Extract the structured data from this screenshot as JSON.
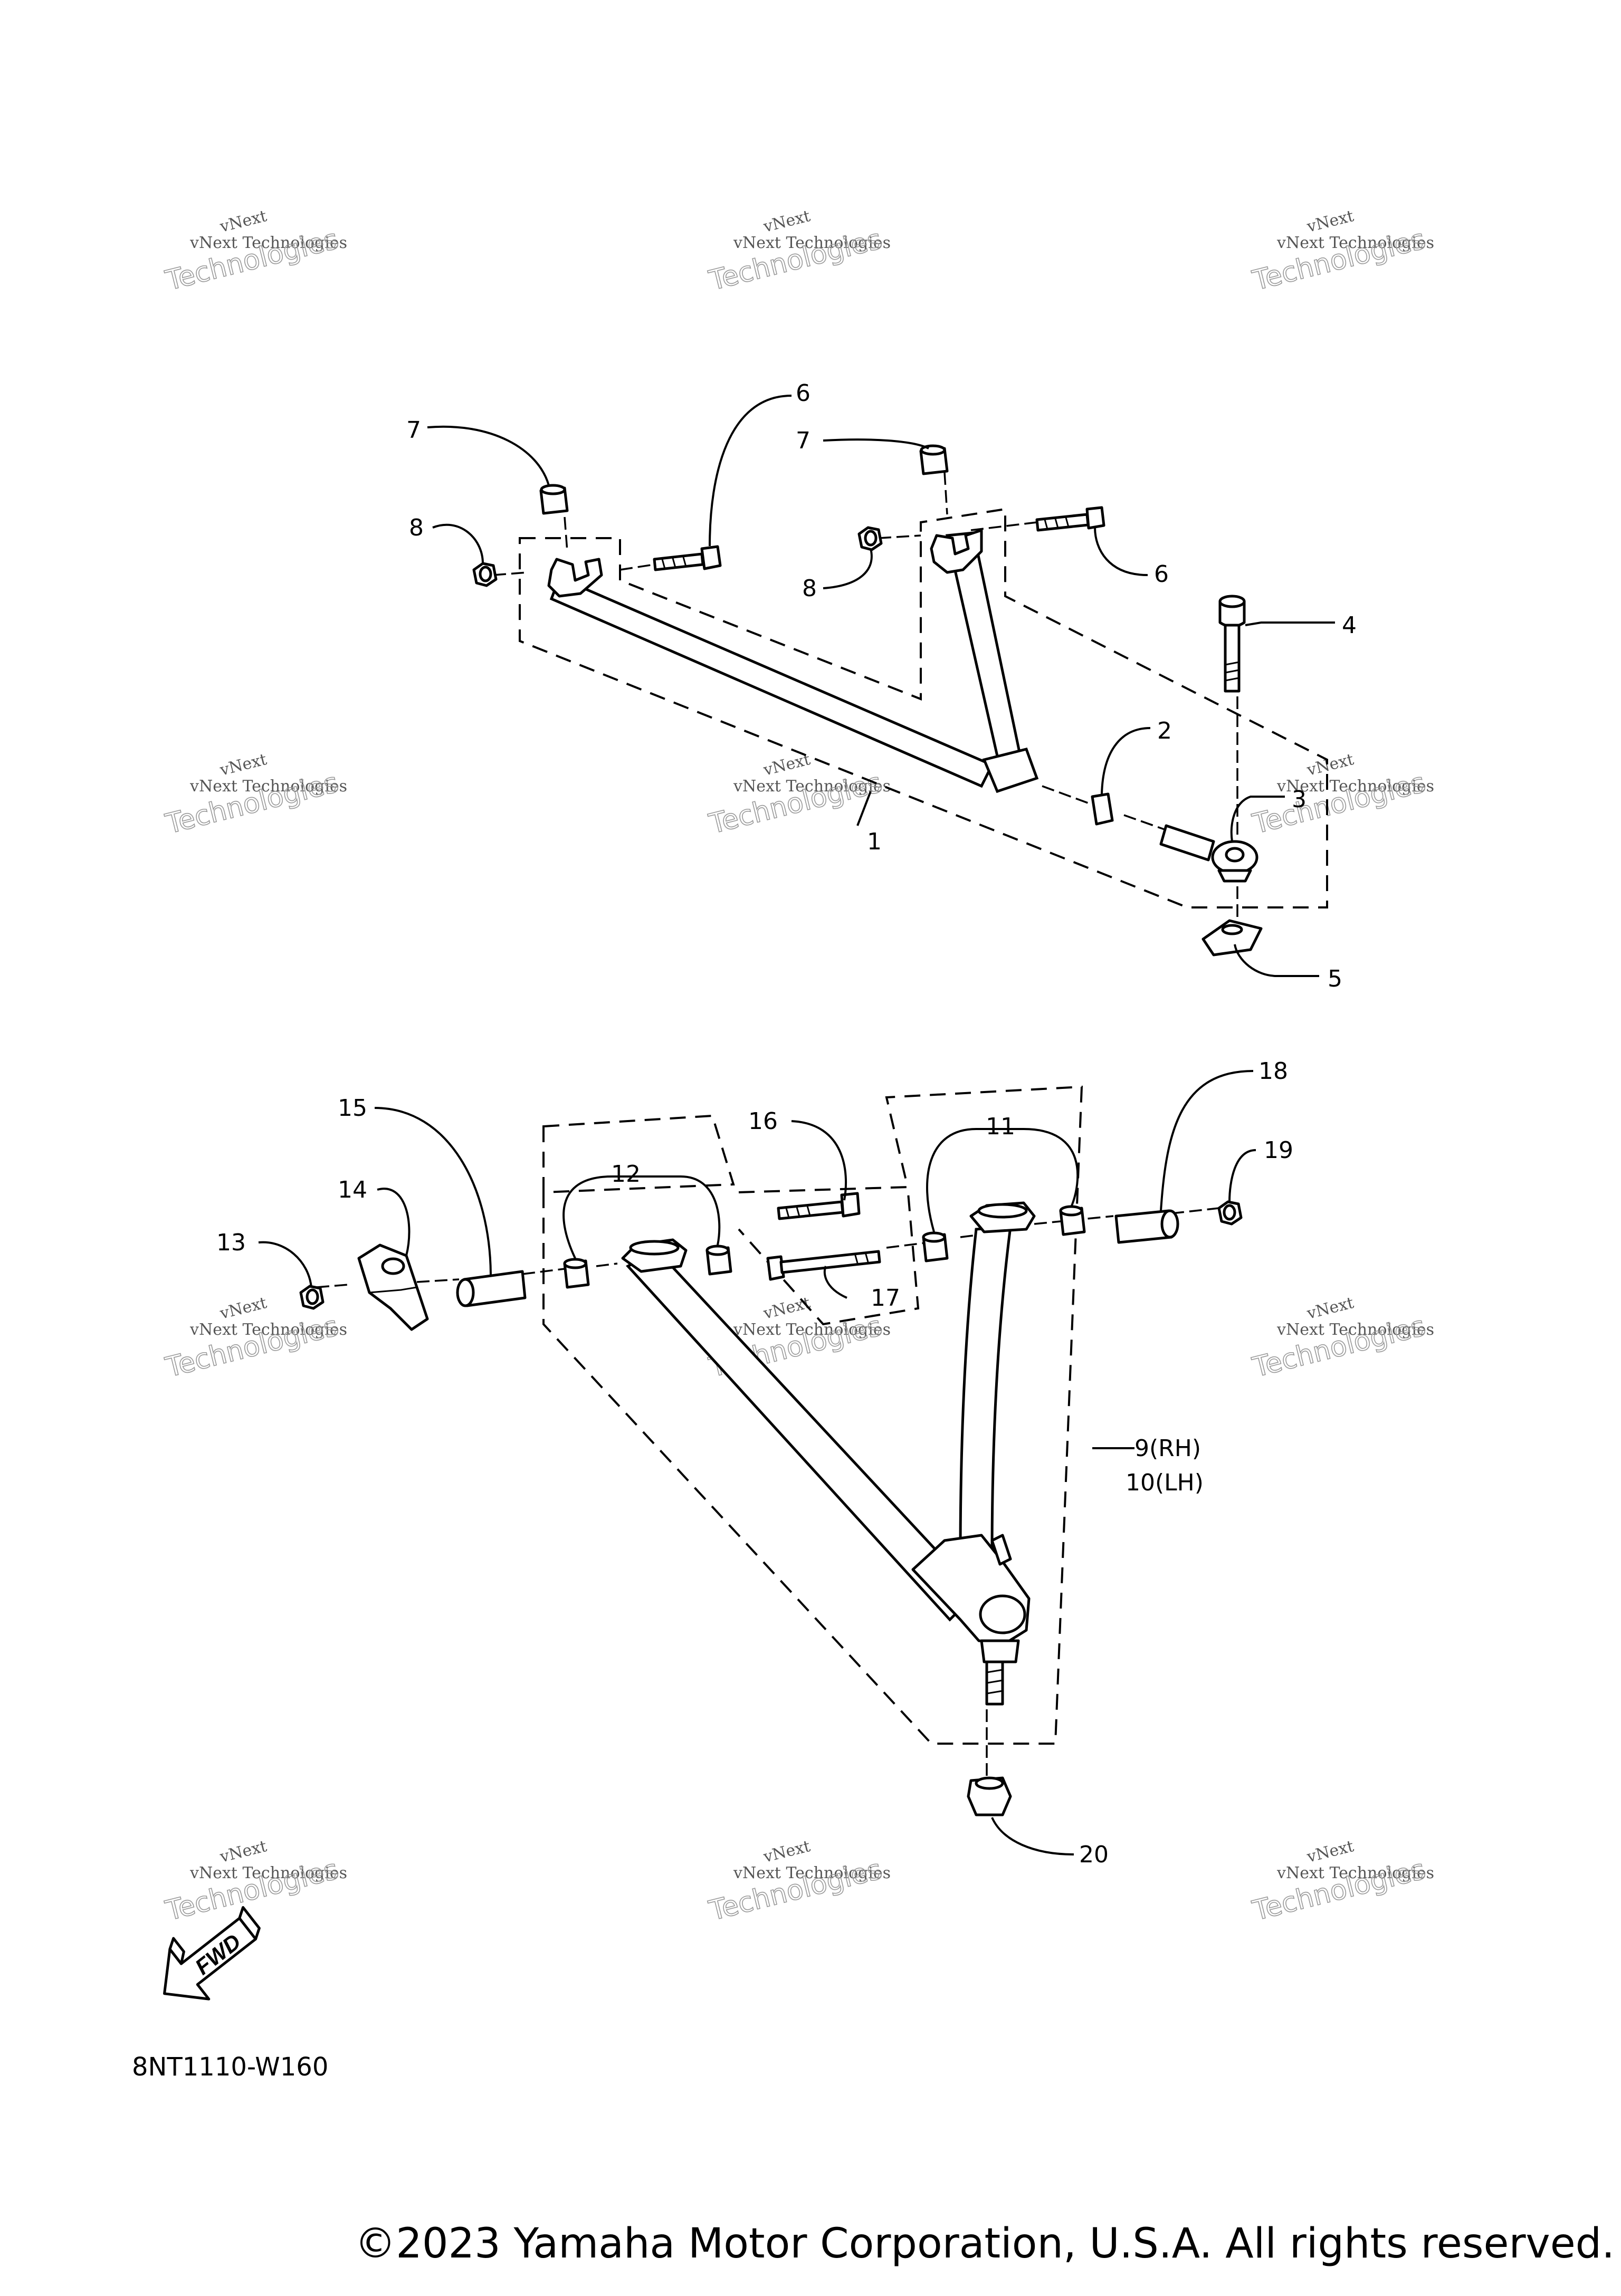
{
  "diagram": {
    "code": "8NT1110-W160",
    "copyright": "©2023 Yamaha Motor Corporation, U.S.A. All rights reserved.",
    "fwd_label": "FWD",
    "watermark": {
      "line1": "vNext",
      "line2": "vNext Technologies",
      "line3": "Technologies"
    },
    "callouts": {
      "p1": "1",
      "p2": "2",
      "p3": "3",
      "p4": "4",
      "p5": "5",
      "p6a": "6",
      "p6b": "6",
      "p7a": "7",
      "p7b": "7",
      "p8a": "8",
      "p8b": "8",
      "p9": "9(RH)",
      "p10": "10(LH)",
      "p11": "11",
      "p12": "12",
      "p13": "13",
      "p14": "14",
      "p15": "15",
      "p16": "16",
      "p17": "17",
      "p18": "18",
      "p19": "19",
      "p20": "20"
    }
  }
}
